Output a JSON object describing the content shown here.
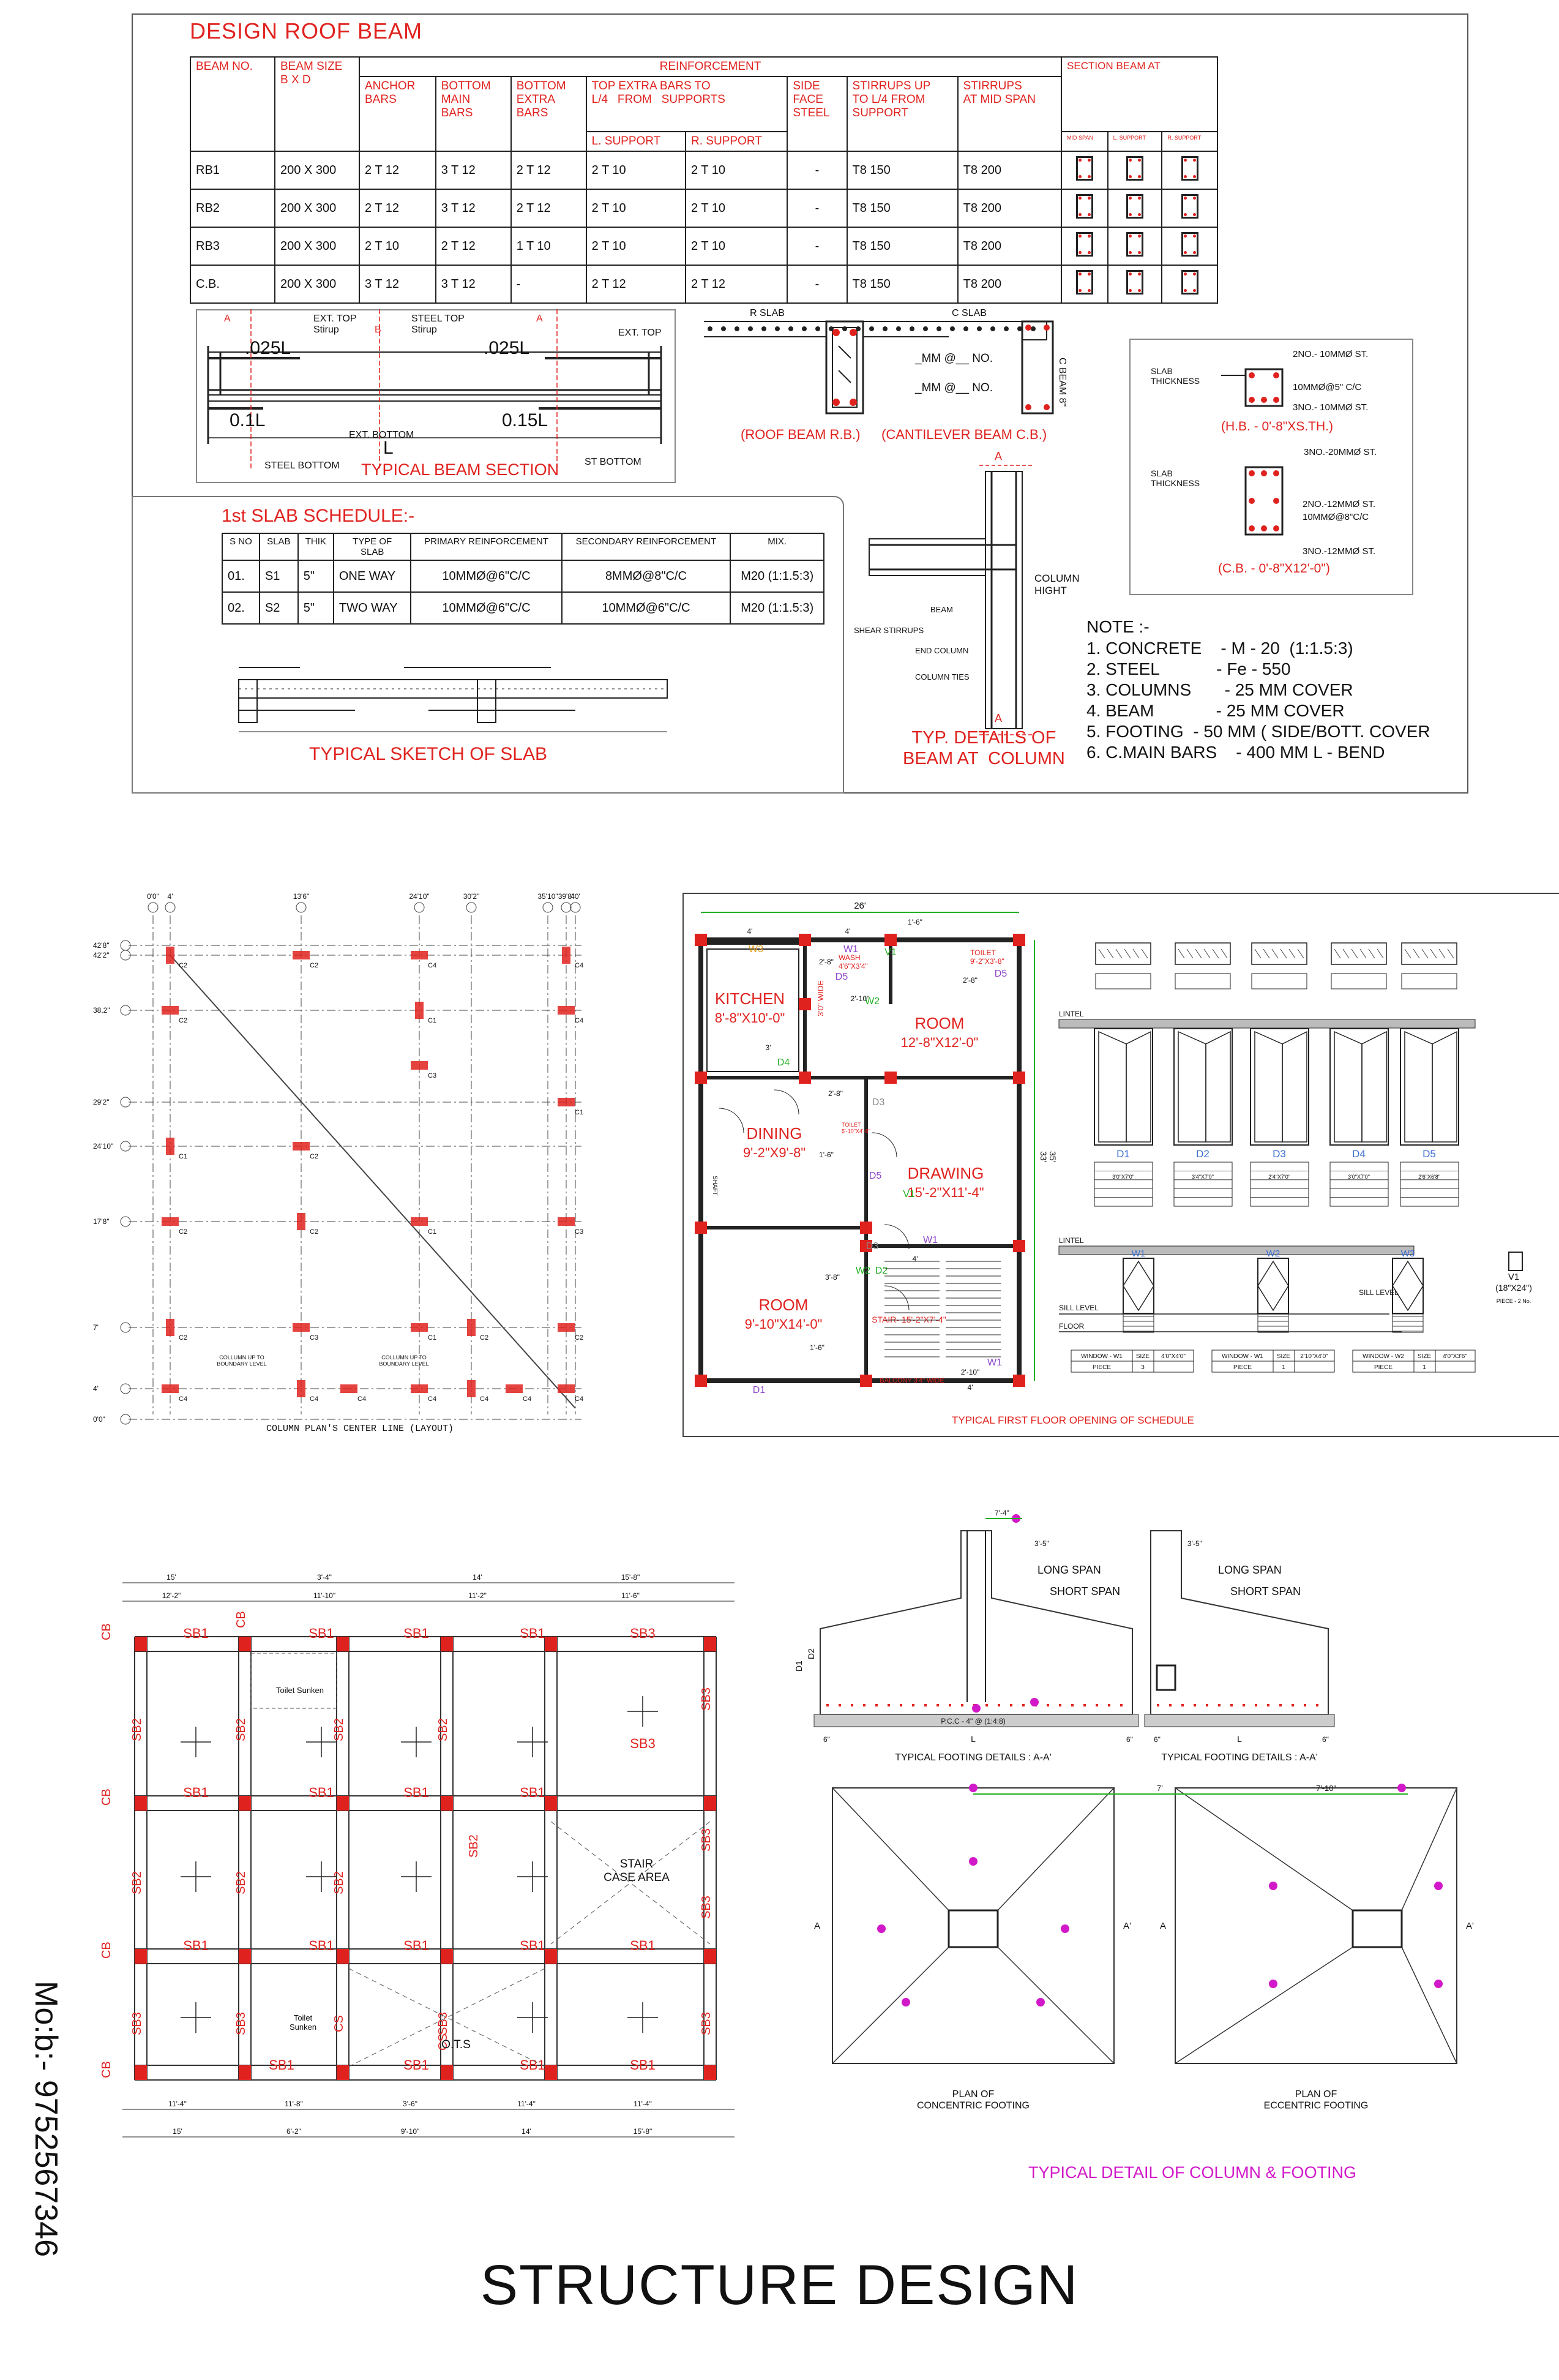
{
  "roof_beam": {
    "title": "DESIGN ROOF BEAM",
    "headers": {
      "beam_no": "BEAM NO.",
      "beam_size": "BEAM SIZE\nB X D",
      "reinforcement": "REINFORCEMENT",
      "anchor": "ANCHOR\nBARS",
      "bottom_main": "BOTTOM\nMAIN\nBARS",
      "bottom_extra": "BOTTOM\nEXTRA\nBARS",
      "top_extra": "TOP EXTRA BARS TO\nL/4   FROM   SUPPORTS",
      "l_support": "L. SUPPORT",
      "r_support": "R. SUPPORT",
      "side_face": "SIDE\nFACE\nSTEEL",
      "stirrups_up": "STIRRUPS UP\nTO L/4 FROM\nSUPPORT",
      "stirrups_mid": "STIRRUPS\nAT MID SPAN",
      "section": "SECTION BEAM  AT",
      "mid_span": "MID SPAN",
      "l_sup": "L. SUPPORT",
      "r_sup": "R. SUPPORT"
    },
    "rows": [
      {
        "no": "RB1",
        "size": "200 X 300",
        "anchor": "2 T 12",
        "bottom": "3 T 12",
        "extra": "2 T 12",
        "l": "2 T 10",
        "r": "2 T 10",
        "side": "-",
        "st_up": "T8 150",
        "st_mid": "T8 200"
      },
      {
        "no": "RB2",
        "size": "200 X 300",
        "anchor": "2 T 12",
        "bottom": "3 T 12",
        "extra": "2 T 12",
        "l": "2 T 10",
        "r": "2 T 10",
        "side": "-",
        "st_up": "T8 150",
        "st_mid": "T8 200"
      },
      {
        "no": "RB3",
        "size": "200 X 300",
        "anchor": "2 T 10",
        "bottom": "2 T 12",
        "extra": "1 T 10",
        "l": "2 T 10",
        "r": "2 T 10",
        "side": "-",
        "st_up": "T8 150",
        "st_mid": "T8 200"
      },
      {
        "no": "C.B.",
        "size": "200 X 300",
        "anchor": "3 T 12",
        "bottom": "3 T 12",
        "extra": "-",
        "l": "2 T 12",
        "r": "2 T 12",
        "side": "-",
        "st_up": "T8 150",
        "st_mid": "T8 200"
      }
    ]
  },
  "beam_section": {
    "ext_top_stirup": "EXT. TOP\nStirup",
    "steel_top_stirup": "STEEL TOP\nStirup",
    "ext_top": "EXT. TOP",
    "l025a": ".025L",
    "l025b": ".025L",
    "l01": "0.1L",
    "l015": "0.15L",
    "ext_bottom": "EXT. BOTTOM",
    "l": "L",
    "steel_bottom": "STEEL BOTTOM",
    "st_bottom": "ST BOTTOM",
    "a1": "A",
    "b1": "B",
    "a2": "A",
    "caption": "TYPICAL BEAM SECTION"
  },
  "roof_sections": {
    "r_slab": "R SLAB",
    "c_slab": "C SLAB",
    "mm1": "_MM @__ NO.",
    "mm2": "_MM @__ NO.",
    "c_beam": "C BEAM 8\"",
    "roof_caption": "(ROOF BEAM R.B.)",
    "cant_caption": "(CANTILEVER BEAM  C.B.)"
  },
  "hb_sections": {
    "slab_thk1": "SLAB\nTHICKNESS",
    "slab_thk2": "SLAB\nTHICKNESS",
    "hb1": "2NO.- 10MMØ ST.",
    "hb2": "10MMØ@5\" C/C",
    "hb3": "3NO.- 10MMØ ST.",
    "hb_caption": "(H.B. - 0'-8\"XS.TH.)",
    "cb1": "3NO.-20MMØ ST.",
    "cb2": "2NO.-12MMØ ST.",
    "cb3": "10MMØ@8\"C/C",
    "cb4": "3NO.-12MMØ ST.",
    "cb_caption": "(C.B. - 0'-8\"X12'-0\")"
  },
  "slab_schedule": {
    "title": "1st SLAB  SCHEDULE:-",
    "headers": [
      "S NO",
      "SLAB",
      "THIK",
      "TYPE OF\nSLAB",
      "PRIMARY REINFORCEMENT",
      "SECONDARY REINFORCEMENT",
      "MIX."
    ],
    "rows": [
      [
        "01.",
        "S1",
        "5\"",
        "ONE WAY",
        "10MMØ@6\"C/C",
        "8MMØ@8\"C/C",
        "M20 (1:1.5:3)"
      ],
      [
        "02.",
        "S2",
        "5\"",
        "TWO WAY",
        "10MMØ@6\"C/C",
        "10MMØ@6\"C/C",
        "M20 (1:1.5:3)"
      ]
    ],
    "sketch_caption": "TYPICAL SKETCH OF SLAB"
  },
  "column_detail": {
    "beam": "BEAM",
    "column_hight": "COLUMN\nHIGHT",
    "shear": "SHEAR STIRRUPS",
    "end_column": "END COLUMN",
    "column_ties": "COLUMN TIES",
    "a_top": "A",
    "a_bot": "A",
    "caption": "TYP. DETAILS OF\nBEAM AT  COLUMN"
  },
  "notes": {
    "title": "NOTE :-",
    "lines": [
      "1. CONCRETE    - M - 20  (1:1.5:3)",
      "2. STEEL            - Fe - 550",
      "3. COLUMNS       - 25 MM COVER",
      "4. BEAM             - 25 MM COVER",
      "5. FOOTING  - 50 MM ( SIDE/BOTT. COVER",
      "6. C.MAIN BARS    - 400 MM L - BEND"
    ]
  },
  "column_plan": {
    "caption": "COLUMN PLAN'S CENTER LINE (LAYOUT)",
    "x_labels": [
      "0'0\"",
      "4'",
      "13'6\"",
      "24'10\"",
      "30'2\"",
      "35'10\"",
      "39'8\"",
      "40'"
    ],
    "y_labels": [
      "42'8\"",
      "42'2\"",
      "38.2\"",
      "29'2\"",
      "24'10\"",
      "17'8\"",
      "7'",
      "4'",
      "0'0\""
    ],
    "collumn_note": "COLLUMN UP TO\nBOUNDARY LEVEL",
    "cols": [
      "C2",
      "C2",
      "C4",
      "C4",
      "C2",
      "C4",
      "C1",
      "C3",
      "C1",
      "C1",
      "C2",
      "C2",
      "C2",
      "C1",
      "C3",
      "C2",
      "C3",
      "C1",
      "C2",
      "C2",
      "C4",
      "C4",
      "C4",
      "C4",
      "C4",
      "C4",
      "C4"
    ]
  },
  "floor_plan": {
    "width": "26'",
    "depth1": "33'",
    "depth2": "35'",
    "rooms": [
      {
        "name": "KITCHEN",
        "size": "8'-8\"X10'-0\""
      },
      {
        "name": "ROOM",
        "size": "12'-8\"X12'-0\""
      },
      {
        "name": "DINING",
        "size": "9'-2\"X9'-8\""
      },
      {
        "name": "DRAWING",
        "size": "15'-2\"X11'-4\""
      },
      {
        "name": "ROOM",
        "size": "9'-10\"X14'-0\""
      }
    ],
    "toilet1": "TOILET\n9'-2\"X3'-8\"",
    "toilet2": "TOILET\n5'-10\"X4'-8\"",
    "wash": "WASH\n4'6\"X3'4\"",
    "wide": "3'0\" WIDE",
    "stair": "STAIR- 15'-2\"X7'-4\"",
    "balcony": "BALCONY 3'4\" WIDE",
    "shaft": "SHAFT",
    "marks": [
      "W3",
      "W1",
      "V1",
      "D5",
      "D5",
      "W2",
      "D4",
      "D3",
      "D5",
      "V1",
      "D3",
      "D2",
      "W1",
      "D1",
      "W1",
      "W2"
    ],
    "dims": [
      "4'",
      "4'",
      "1'-6\"",
      "2'-8\"",
      "2'-10\"",
      "2'-8\"",
      "3'",
      "2'-8\"",
      "1'-6\"",
      "3'-8\"",
      "4'",
      "4'",
      "2'-10\"",
      "1'-6\""
    ],
    "caption": "TYPICAL FIRST FLOOR OPENING OF SCHEDULE"
  },
  "door_schedule": {
    "lintel": "LINTEL",
    "lintel2": "LINTEL",
    "sill": "SILL LEVEL",
    "sill2": "SILL LEVEL",
    "floor": "FLOOR",
    "doors": [
      "D1",
      "D2",
      "D3",
      "D4",
      "D5"
    ],
    "door_sizes": [
      "3'0\"X7'0\"",
      "3'4\"X7'0\"",
      "2'4\"X7'0\"",
      "3'0\"X7'0\"",
      "2'6\"X6'8\""
    ],
    "windows": [
      "W1",
      "W2",
      "W3"
    ],
    "v1": "V1",
    "v1_size": "(18\"X24\")",
    "v1_piece": "PIECE - 2 No.",
    "win_tables": [
      {
        "name": "WINDOW - W1",
        "size_lbl": "SIZE",
        "size": "4'0\"X4'0\"",
        "piece_lbl": "PIECE",
        "piece": "3"
      },
      {
        "name": "WINDOW - W1",
        "size_lbl": "SIZE",
        "size": "2'10\"X4'0\"",
        "piece_lbl": "PIECE",
        "piece": "1"
      },
      {
        "name": "WINDOW - W2",
        "size_lbl": "SIZE",
        "size": "4'0\"X3'6\"",
        "piece_lbl": "PIECE",
        "piece": "1"
      }
    ]
  },
  "slab_plan": {
    "labels": {
      "sb1": "SB1",
      "sb2": "SB2",
      "sb3": "SB3",
      "cb": "CB",
      "cs": "CS"
    },
    "toilet1": "Toilet Sunken",
    "toilet2": "Toilet\nSunken",
    "stair": "STAIR\nCASE AREA",
    "ots": "O.T.S",
    "top_dims": [
      "15'",
      "3'-4\"",
      "14'",
      "15'-8\""
    ],
    "sub_dims": [
      "12'-2\"",
      "11'-10\"",
      "11'-2\"",
      "11'-6\""
    ],
    "bot_dims": [
      "11'-4\"",
      "11'-8\"",
      "3'-6\"",
      "11'-4\"",
      "11'-4\"",
      "15'",
      "6'-2\"",
      "9'-10\"",
      "14'",
      "15'-8\""
    ]
  },
  "footing": {
    "long_span": "LONG SPAN",
    "short_span": "SHORT SPAN",
    "long_span2": "LONG SPAN",
    "short_span2": "SHORT SPAN",
    "pcc": "P.C.C - 4\" @ (1:4:8)",
    "dim_top": "7'-4\"",
    "dim_35": "3'-5\"",
    "dim_35b": "3'-5\"",
    "dim_7": "7'",
    "dim_710": "7'-10\"",
    "l": "L",
    "l2": "L",
    "d1": "D1",
    "d2": "D2",
    "s6": "6\"",
    "s6b": "6\"",
    "s6c": "6\"",
    "s6d": "6\"",
    "caption_aa1": "TYPICAL FOOTING DETAILS : A-A'",
    "caption_aa2": "TYPICAL FOOTING DETAILS : A-A'",
    "plan1": "PLAN OF\nCONCENTRIC  FOOTING",
    "plan2": "PLAN OF\nECCENTRIC  FOOTING",
    "a": "A",
    "a2": "A",
    "ap": "A'",
    "ap2": "A'",
    "caption": "TYPICAL DETAIL OF COLUMN & FOOTING"
  },
  "contact": "Mo:b:- 9752567346",
  "bottom_title": "STRUCTURE DESIGN",
  "colors": {
    "accent_red": "#e0221f",
    "magenta": "#d219c9",
    "green": "#21b021",
    "purple": "#8c46c8"
  }
}
